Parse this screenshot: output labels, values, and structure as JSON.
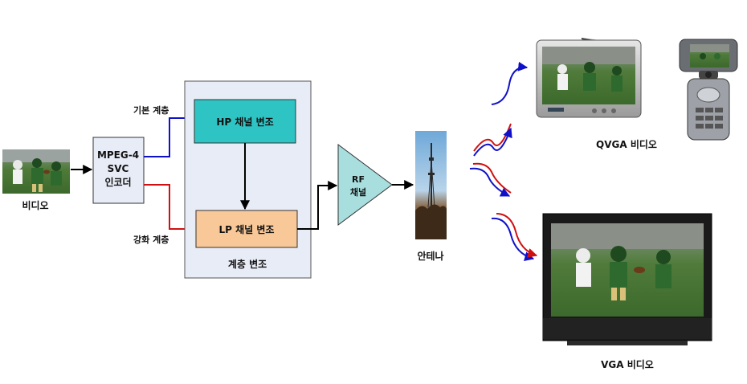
{
  "labels": {
    "video": "비디오",
    "encoder_line1": "MPEG-4",
    "encoder_line2": "SVC",
    "encoder_line3": "인코더",
    "base_layer": "기본 계층",
    "enhancement_layer": "강화 계층",
    "hp_modulation": "HP 채널 변조",
    "lp_modulation": "LP 채널 변조",
    "layered_modulation": "계층 변조",
    "rf_line1": "RF",
    "rf_line2": "채널",
    "antenna": "안테나",
    "qvga_video": "QVGA 비디오",
    "vga_video": "VGA 비디오"
  },
  "colors": {
    "base_path": "#1010c8",
    "enhancement_path": "#d01010",
    "hp_box": "#2fc4c4",
    "lp_box": "#f8c898",
    "modulator_panel": "#e8ecf6",
    "rf_triangle": "#a8dede",
    "encoder_box": "#e8ecf6"
  },
  "icons": {
    "source_video": "football-video-thumbnail",
    "antenna": "broadcast-tower-photo",
    "portable_tv": "portable-tv-device",
    "phone": "flip-phone-device",
    "flat_tv": "flat-panel-tv-device"
  }
}
